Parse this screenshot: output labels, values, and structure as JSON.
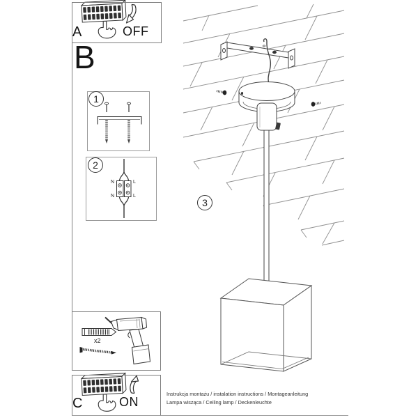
{
  "sections": {
    "a": "A",
    "b": "B",
    "c": "C"
  },
  "steps": {
    "one": "1",
    "two": "2",
    "three": "3"
  },
  "power": {
    "off": "OFF",
    "on": "ON"
  },
  "wiring_labels": {
    "top_left": "N",
    "top_right": "L",
    "bottom_left": "N",
    "bottom_right": "L"
  },
  "hardware": {
    "plug_count": "x2"
  },
  "footer": {
    "line1": "Instrukcja montażu / instalation instructions / Montageanleitung",
    "line2": "Lampa wisząca / Ceiling lamp / Deckenleuchte"
  },
  "colors": {
    "ink": "#333333",
    "ceiling_line": "#909090",
    "border": "#7d7d7d",
    "background": "#ffffff"
  },
  "icons": {
    "fuse-panel-icon": "circuit breaker panel",
    "hand-press-icon": "hand pressing breaker switch",
    "arrow-down-icon": "curved arrow pointing down",
    "arrow-up-icon": "curved arrow pointing up",
    "bracket-kit-icon": "mounting bracket with bolts",
    "terminal-block-icon": "two pole terminal block",
    "wall-plug-icon": "expansion wall plug",
    "screw-icon": "mounting screw",
    "drill-icon": "cordless drill",
    "ceiling-icon": "wood plank ceiling",
    "mounting-bracket-icon": "ceiling bracket",
    "suspension-wire-icon": "hanging wire",
    "canopy-icon": "round ceiling canopy",
    "rod-icon": "suspension rod",
    "cube-shade-icon": "cube lamp shade"
  }
}
